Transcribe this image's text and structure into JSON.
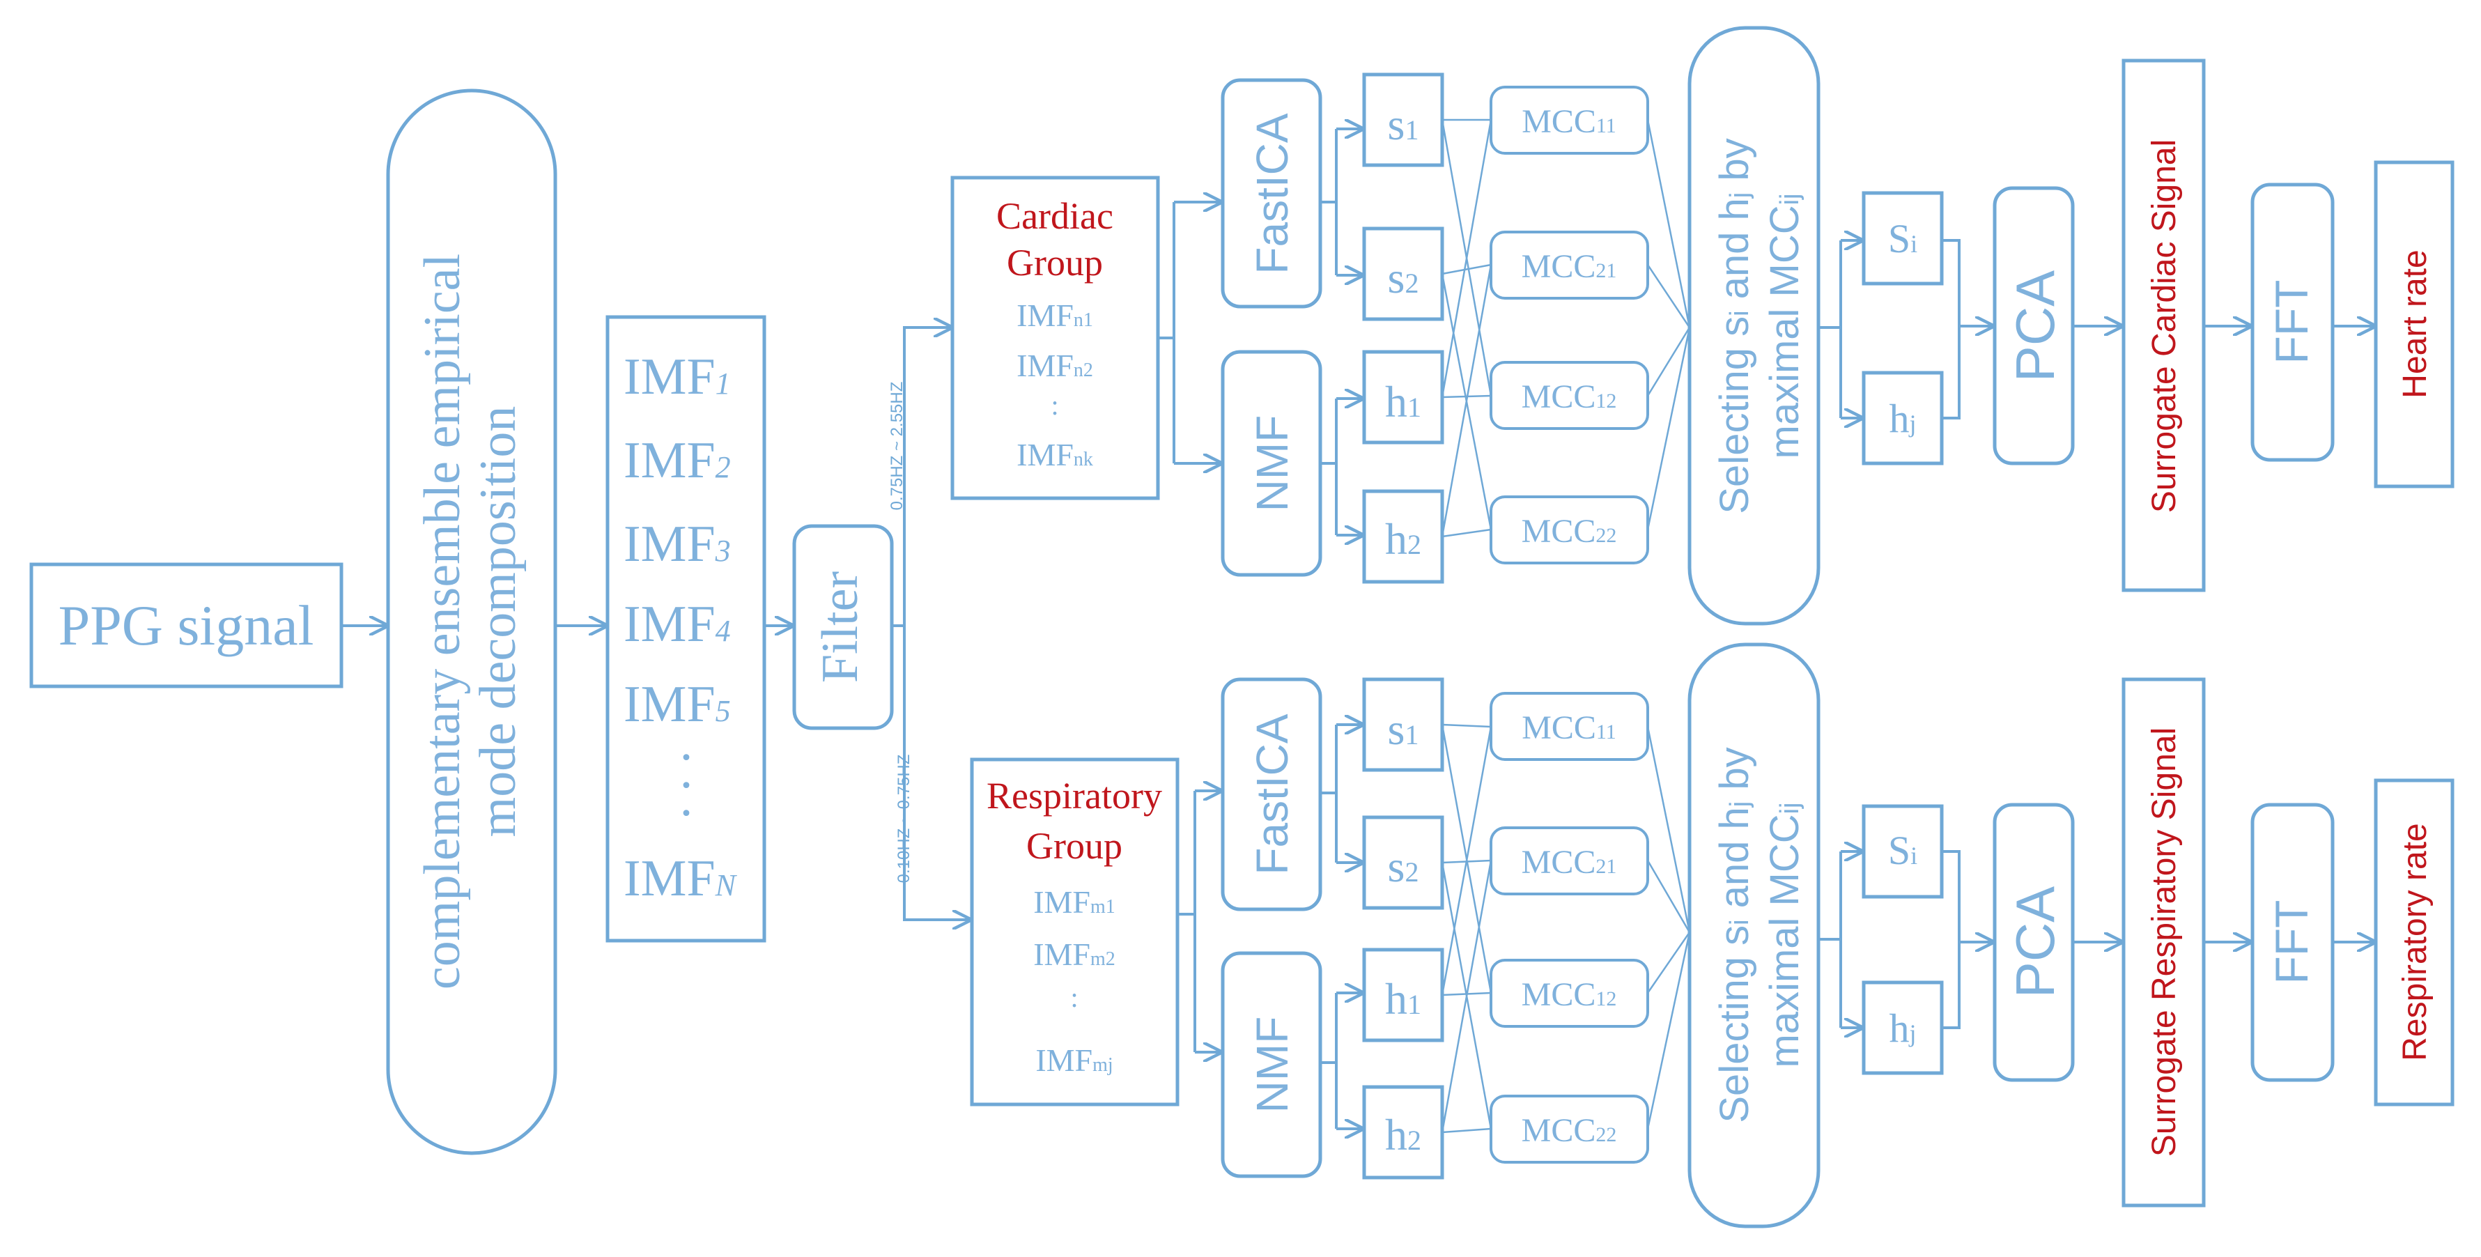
{
  "colors": {
    "stroke": "#6fa8d6",
    "text": "#7fb1dc",
    "accent": "#c0161c",
    "background": "#ffffff"
  },
  "input": {
    "label": "PPG signal"
  },
  "ceemd": {
    "line1": "complementary ensemble empirical",
    "line2": "mode decomposition"
  },
  "imfs": {
    "items": [
      {
        "base": "IMF",
        "sub": "1"
      },
      {
        "base": "IMF",
        "sub": "2"
      },
      {
        "base": "IMF",
        "sub": "3"
      },
      {
        "base": "IMF",
        "sub": "4"
      },
      {
        "base": "IMF",
        "sub": "5"
      }
    ],
    "dots": ".",
    "last": {
      "base": "IMF",
      "sub": "N"
    }
  },
  "filter": {
    "label": "Filter"
  },
  "cardiac": {
    "band": "0.75HZ ~ 2.55HZ",
    "group_line1": "Cardiac",
    "group_line2": "Group",
    "imfs": [
      {
        "base": "IMF",
        "sub": "n1"
      },
      {
        "base": "IMF",
        "sub": "n2"
      }
    ],
    "dots": ":",
    "imf_last": {
      "base": "IMF",
      "sub": "nk"
    },
    "ica": "FastICA",
    "nmf": "NMF",
    "s1": {
      "base": "s",
      "sub": "1"
    },
    "s2": {
      "base": "s",
      "sub": "2"
    },
    "h1": {
      "base": "h",
      "sub": "1"
    },
    "h2": {
      "base": "h",
      "sub": "2"
    },
    "mcc": [
      {
        "base": "MCC",
        "sub": "11"
      },
      {
        "base": "MCC",
        "sub": "21"
      },
      {
        "base": "MCC",
        "sub": "12"
      },
      {
        "base": "MCC",
        "sub": "22"
      }
    ],
    "select": {
      "l1a": "Selecting s",
      "l1b": "i",
      "l1c": " and h",
      "l1d": "j",
      "l1e": " by",
      "l2a": "maximal MCC",
      "l2b": "ij"
    },
    "si": {
      "base": "S",
      "sub": "i"
    },
    "hj": {
      "base": "h",
      "sub": "j"
    },
    "pca": "PCA",
    "surrogate": "Surrogate Cardiac Signal",
    "fft": "FFT",
    "output": "Heart rate"
  },
  "respiratory": {
    "band": "0.10HZ ~ 0.75HZ",
    "group_line1": "Respiratory",
    "group_line2": "Group",
    "imfs": [
      {
        "base": "IMF",
        "sub": "m1"
      },
      {
        "base": "IMF",
        "sub": "m2"
      }
    ],
    "dots": ":",
    "imf_last": {
      "base": "IMF",
      "sub": "mj"
    },
    "ica": "FastICA",
    "nmf": "NMF",
    "s1": {
      "base": "s",
      "sub": "1"
    },
    "s2": {
      "base": "s",
      "sub": "2"
    },
    "h1": {
      "base": "h",
      "sub": "1"
    },
    "h2": {
      "base": "h",
      "sub": "2"
    },
    "mcc": [
      {
        "base": "MCC",
        "sub": "11"
      },
      {
        "base": "MCC",
        "sub": "21"
      },
      {
        "base": "MCC",
        "sub": "12"
      },
      {
        "base": "MCC",
        "sub": "22"
      }
    ],
    "select": {
      "l1a": "Selecting s",
      "l1b": "i",
      "l1c": " and h",
      "l1d": "j",
      "l1e": " by",
      "l2a": "maximal MCC",
      "l2b": "ij"
    },
    "si": {
      "base": "S",
      "sub": "i"
    },
    "hj": {
      "base": "h",
      "sub": "j"
    },
    "pca": "PCA",
    "surrogate": "Surrogate Respiratory Signal",
    "fft": "FFT",
    "output": "Respiratory rate"
  }
}
